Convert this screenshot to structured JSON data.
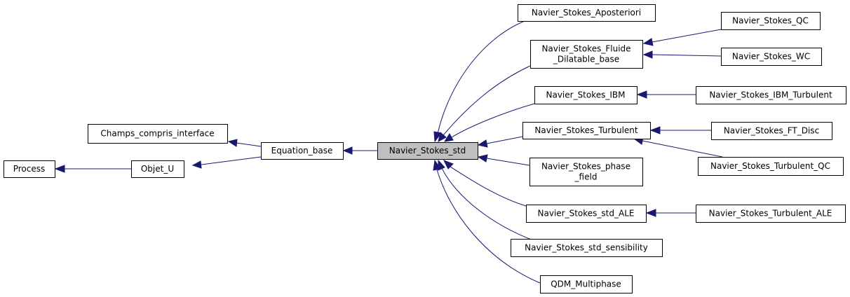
{
  "colors": {
    "edge": "#191970",
    "node_border": "#000000",
    "node_fill": "#ffffff",
    "focus_fill": "#bfbfbf"
  },
  "nodes": {
    "process": {
      "lines": [
        "Process"
      ]
    },
    "objet_u": {
      "lines": [
        "Objet_U"
      ]
    },
    "champs_compris_interface": {
      "lines": [
        "Champs_compris_interface"
      ]
    },
    "equation_base": {
      "lines": [
        "Equation_base"
      ]
    },
    "navier_stokes_std": {
      "lines": [
        "Navier_Stokes_std"
      ]
    },
    "navier_stokes_aposteriori": {
      "lines": [
        "Navier_Stokes_Aposteriori"
      ]
    },
    "navier_stokes_fluide_dilatable_base": {
      "lines": [
        "Navier_Stokes_Fluide",
        "_Dilatable_base"
      ]
    },
    "navier_stokes_ibm": {
      "lines": [
        "Navier_Stokes_IBM"
      ]
    },
    "navier_stokes_turbulent": {
      "lines": [
        "Navier_Stokes_Turbulent"
      ]
    },
    "navier_stokes_phase_field": {
      "lines": [
        "Navier_Stokes_phase",
        "_field"
      ]
    },
    "navier_stokes_std_ale": {
      "lines": [
        "Navier_Stokes_std_ALE"
      ]
    },
    "navier_stokes_std_sensibility": {
      "lines": [
        "Navier_Stokes_std_sensibility"
      ]
    },
    "qdm_multiphase": {
      "lines": [
        "QDM_Multiphase"
      ]
    },
    "navier_stokes_qc": {
      "lines": [
        "Navier_Stokes_QC"
      ]
    },
    "navier_stokes_wc": {
      "lines": [
        "Navier_Stokes_WC"
      ]
    },
    "navier_stokes_ibm_turbulent": {
      "lines": [
        "Navier_Stokes_IBM_Turbulent"
      ]
    },
    "navier_stokes_ft_disc": {
      "lines": [
        "Navier_Stokes_FT_Disc"
      ]
    },
    "navier_stokes_turbulent_qc": {
      "lines": [
        "Navier_Stokes_Turbulent_QC"
      ]
    },
    "navier_stokes_turbulent_ale": {
      "lines": [
        "Navier_Stokes_Turbulent_ALE"
      ]
    }
  },
  "edges": [
    {
      "from": "objet_u",
      "to": "process"
    },
    {
      "from": "equation_base",
      "to": "objet_u"
    },
    {
      "from": "equation_base",
      "to": "champs_compris_interface"
    },
    {
      "from": "navier_stokes_std",
      "to": "equation_base"
    },
    {
      "from": "navier_stokes_aposteriori",
      "to": "navier_stokes_std"
    },
    {
      "from": "navier_stokes_fluide_dilatable_base",
      "to": "navier_stokes_std"
    },
    {
      "from": "navier_stokes_ibm",
      "to": "navier_stokes_std"
    },
    {
      "from": "navier_stokes_turbulent",
      "to": "navier_stokes_std"
    },
    {
      "from": "navier_stokes_phase_field",
      "to": "navier_stokes_std"
    },
    {
      "from": "navier_stokes_std_ale",
      "to": "navier_stokes_std"
    },
    {
      "from": "navier_stokes_std_sensibility",
      "to": "navier_stokes_std"
    },
    {
      "from": "qdm_multiphase",
      "to": "navier_stokes_std"
    },
    {
      "from": "navier_stokes_qc",
      "to": "navier_stokes_fluide_dilatable_base"
    },
    {
      "from": "navier_stokes_wc",
      "to": "navier_stokes_fluide_dilatable_base"
    },
    {
      "from": "navier_stokes_ibm_turbulent",
      "to": "navier_stokes_ibm"
    },
    {
      "from": "navier_stokes_ft_disc",
      "to": "navier_stokes_turbulent"
    },
    {
      "from": "navier_stokes_turbulent_qc",
      "to": "navier_stokes_turbulent"
    },
    {
      "from": "navier_stokes_turbulent_ale",
      "to": "navier_stokes_std_ale"
    }
  ]
}
